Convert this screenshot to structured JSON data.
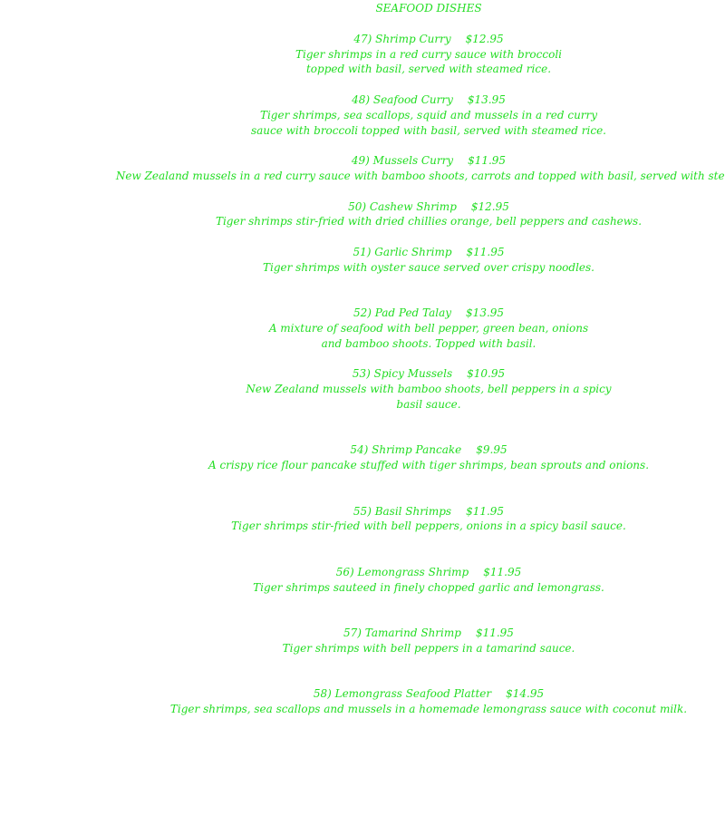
{
  "menu": {
    "section_title": "SEAFOOD DISHES",
    "items": [
      {
        "title": "47) Shrimp Curry",
        "price": "$12.95",
        "desc": [
          "Tiger shrimps in a red curry sauce with broccoli",
          "topped with basil, served with steamed rice."
        ]
      },
      {
        "title": "48) Seafood Curry",
        "price": "$13.95",
        "desc": [
          "Tiger shrimps, sea scallops, squid and mussels in a red curry",
          "sauce with broccoli topped with basil, served with steamed rice."
        ]
      },
      {
        "title": "49) Mussels Curry",
        "price": "$11.95",
        "desc": [
          "New Zealand mussels in a red curry sauce with bamboo shoots, carrots and topped with basil, served with steam"
        ]
      },
      {
        "title": "50) Cashew Shrimp",
        "price": "$12.95",
        "desc": [
          "Tiger shrimps stir-fried with dried chillies orange, bell peppers and cashews."
        ]
      },
      {
        "title": "51) Garlic Shrimp",
        "price": "$11.95",
        "desc": [
          "Tiger shrimps with oyster sauce served over crispy noodles."
        ]
      },
      {
        "title": "52) Pad Ped Talay",
        "price": "$13.95",
        "desc": [
          "A mixture of seafood with bell pepper, green bean, onions",
          "and bamboo shoots. Topped with basil."
        ]
      },
      {
        "title": "53) Spicy Mussels",
        "price": "$10.95",
        "desc": [
          "New Zealand mussels with bamboo shoots, bell peppers in a spicy",
          "basil sauce."
        ]
      },
      {
        "title": "54) Shrimp Pancake",
        "price": "$9.95",
        "desc": [
          "A crispy rice flour pancake stuffed with tiger shrimps, bean sprouts and onions."
        ]
      },
      {
        "title": "55) Basil Shrimps",
        "price": "$11.95",
        "desc": [
          "Tiger shrimps stir-fried with bell peppers, onions in a spicy basil sauce."
        ]
      },
      {
        "title": "56) Lemongrass Shrimp",
        "price": "$11.95",
        "desc": [
          "Tiger shrimps sauteed in finely chopped garlic and lemongrass."
        ]
      },
      {
        "title": "57) Tamarind Shrimp",
        "price": "$11.95",
        "desc": [
          "Tiger shrimps with bell peppers in a tamarind sauce."
        ]
      },
      {
        "title": "58)  Lemongrass Seafood Platter",
        "price": "$14.95",
        "desc": [
          "Tiger shrimps, sea scallops and mussels in a homemade lemongrass sauce with coconut milk."
        ]
      }
    ]
  }
}
